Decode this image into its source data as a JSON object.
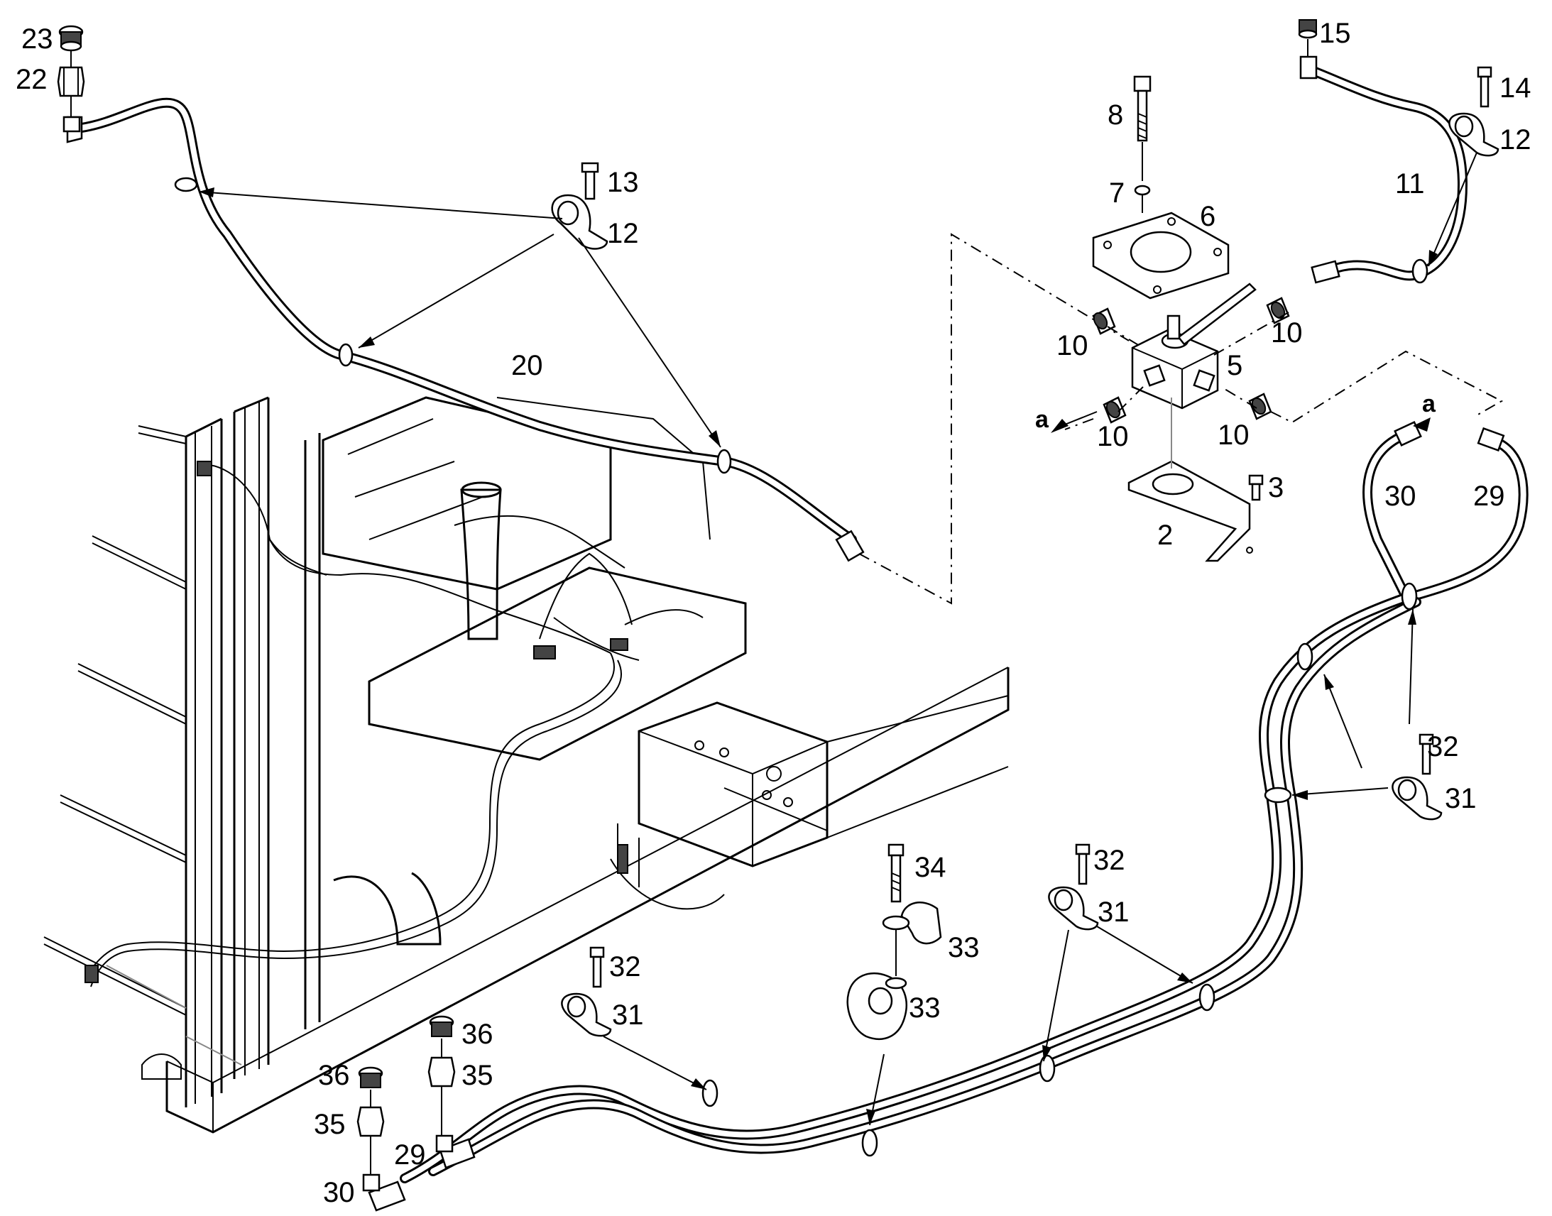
{
  "diagram": {
    "callouts": [
      {
        "id": "c23",
        "text": "23"
      },
      {
        "id": "c22",
        "text": "22"
      },
      {
        "id": "c13",
        "text": "13"
      },
      {
        "id": "c12a",
        "text": "12"
      },
      {
        "id": "c20",
        "text": "20"
      },
      {
        "id": "c8",
        "text": "8"
      },
      {
        "id": "c7",
        "text": "7"
      },
      {
        "id": "c6",
        "text": "6"
      },
      {
        "id": "c10a",
        "text": "10"
      },
      {
        "id": "c10b",
        "text": "10"
      },
      {
        "id": "c5",
        "text": "5"
      },
      {
        "id": "c10c",
        "text": "10"
      },
      {
        "id": "c10d",
        "text": "10"
      },
      {
        "id": "c3",
        "text": "3"
      },
      {
        "id": "c2",
        "text": "2"
      },
      {
        "id": "c15",
        "text": "15"
      },
      {
        "id": "c14",
        "text": "14"
      },
      {
        "id": "c12b",
        "text": "12"
      },
      {
        "id": "c11",
        "text": "11"
      },
      {
        "id": "c30a",
        "text": "30"
      },
      {
        "id": "c29a",
        "text": "29"
      },
      {
        "id": "c32a",
        "text": "32"
      },
      {
        "id": "c31a",
        "text": "31"
      },
      {
        "id": "c34",
        "text": "34"
      },
      {
        "id": "c32b",
        "text": "32"
      },
      {
        "id": "c31b",
        "text": "31"
      },
      {
        "id": "c33a",
        "text": "33"
      },
      {
        "id": "c33b",
        "text": "33"
      },
      {
        "id": "c32c",
        "text": "32"
      },
      {
        "id": "c31c",
        "text": "31"
      },
      {
        "id": "c36a",
        "text": "36"
      },
      {
        "id": "c36b",
        "text": "36"
      },
      {
        "id": "c35a",
        "text": "35"
      },
      {
        "id": "c35b",
        "text": "35"
      },
      {
        "id": "c29b",
        "text": "29"
      },
      {
        "id": "c30b",
        "text": "30"
      }
    ],
    "connection_markers": [
      {
        "id": "ma",
        "text": "a"
      },
      {
        "id": "mb",
        "text": "a"
      }
    ]
  }
}
